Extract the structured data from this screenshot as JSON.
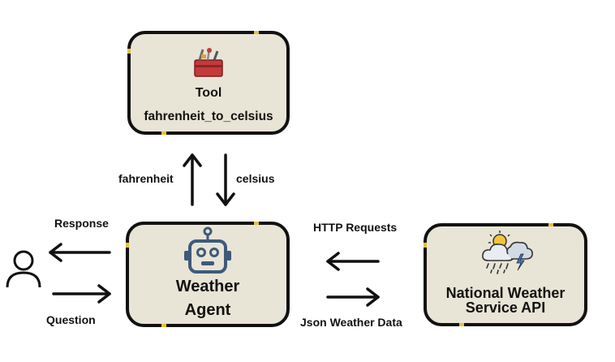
{
  "tool_box": {
    "title": "Tool",
    "function_name": "fahrenheit_to_celsius",
    "icon": "toolbox-icon"
  },
  "agent_box": {
    "title_line1": "Weather",
    "title_line2": "Agent",
    "icon": "robot-icon"
  },
  "api_box": {
    "title_line1": "National Weather",
    "title_line2": "Service API",
    "icon": "weather-storm-icon"
  },
  "user": {
    "icon": "user-icon"
  },
  "labels": {
    "fahrenheit": "fahrenheit",
    "celsius": "celsius",
    "response": "Response",
    "question": "Question",
    "http_requests": "HTTP Requests",
    "json_weather_data": "Json Weather Data"
  },
  "colors": {
    "box_fill": "#e8e4d6",
    "border": "#111111",
    "accent_dot": "#e3c23c",
    "robot": "#3d5a7a",
    "toolbox": "#c43a3a"
  }
}
